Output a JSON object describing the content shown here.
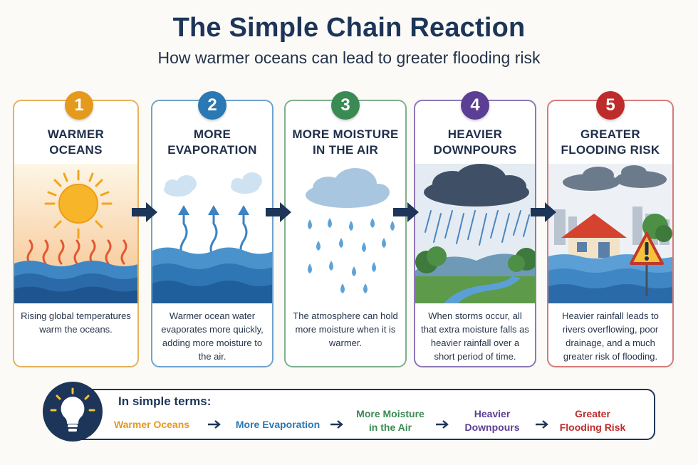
{
  "header": {
    "title": "The Simple Chain Reaction",
    "subtitle": "How warmer oceans can lead to greater flooding risk"
  },
  "steps": [
    {
      "number": "1",
      "title_lines": [
        "WARMER",
        "OCEANS"
      ],
      "description": "Rising global temperatures warm the oceans.",
      "color": "#e49a1c",
      "border": "#e7b25a",
      "icon": "sun-over-warm-ocean-icon"
    },
    {
      "number": "2",
      "title_lines": [
        "MORE",
        "EVAPORATION"
      ],
      "description": "Warmer ocean water evaporates more quickly, adding more moisture to the air.",
      "color": "#2a78b4",
      "border": "#6fa3cf",
      "icon": "evaporation-icon"
    },
    {
      "number": "3",
      "title_lines": [
        "MORE MOISTURE",
        "IN THE AIR"
      ],
      "description": "The atmosphere can hold more moisture when it is warmer.",
      "color": "#3a8a54",
      "border": "#7fb08e",
      "icon": "raindrops-cloud-icon"
    },
    {
      "number": "4",
      "title_lines": [
        "HEAVIER",
        "DOWNPOURS"
      ],
      "description": "When storms occur, all that extra moisture falls as heavier rainfall over a short period of time.",
      "color": "#5c3e95",
      "border": "#8c78b8",
      "icon": "storm-cloud-rain-icon"
    },
    {
      "number": "5",
      "title_lines": [
        "GREATER",
        "FLOODING RISK"
      ],
      "description": "Heavier rainfall leads to rivers overflowing, poor drainage, and a much greater risk of flooding.",
      "color": "#bd2b2b",
      "border": "#d77a7a",
      "icon": "flooded-house-warning-icon"
    }
  ],
  "summary": {
    "title": "In simple terms:",
    "icon": "lightbulb-icon",
    "items": [
      {
        "lines": [
          "Warmer Oceans"
        ],
        "color": "#e49a1c"
      },
      {
        "lines": [
          "More Evaporation"
        ],
        "color": "#2a78b4"
      },
      {
        "lines": [
          "More Moisture",
          "in the Air"
        ],
        "color": "#3a8a54"
      },
      {
        "lines": [
          "Heavier",
          "Downpours"
        ],
        "color": "#5c3e95"
      },
      {
        "lines": [
          "Greater",
          "Flooding Risk"
        ],
        "color": "#bd2b2b"
      }
    ]
  }
}
